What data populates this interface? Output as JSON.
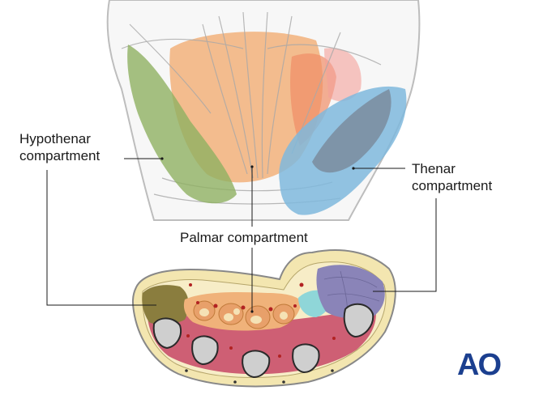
{
  "labels": {
    "hypothenar_line1": "Hypothenar",
    "hypothenar_line2": "compartment",
    "thenar_line1": "Thenar",
    "thenar_line2": "compartment",
    "palmar": "Palmar compartment"
  },
  "logo": {
    "text": "AO",
    "color": "#1b3f8f"
  },
  "colors": {
    "hypothenar": "#8fb062",
    "palmar": "#f0b27a",
    "thenar": "#7fb8dd",
    "thenar_muscle": "#8a84b8",
    "interossei": "#c94f6a",
    "bone": "#cfcfcf",
    "skin": "#f3e6b0"
  }
}
